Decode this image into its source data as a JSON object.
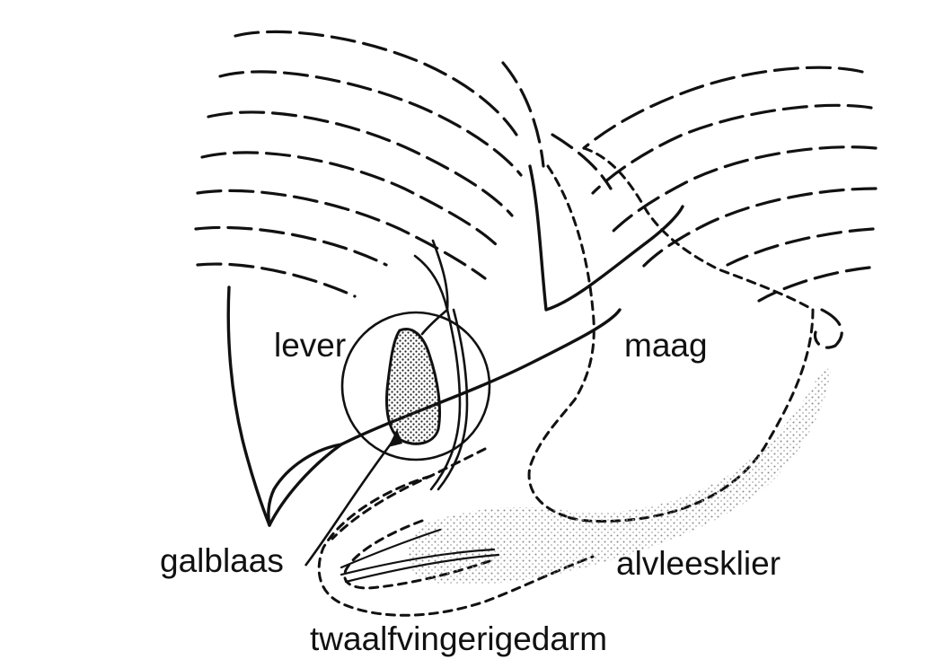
{
  "labels": {
    "liver": "lever",
    "stomach": "maag",
    "gallbladder": "galblaas",
    "pancreas": "alvleesklier",
    "duodenum": "twaalfvingerigedarm"
  },
  "colors": {
    "ink": "#111111",
    "background": "#ffffff",
    "stipple": "#9a9a9a"
  }
}
